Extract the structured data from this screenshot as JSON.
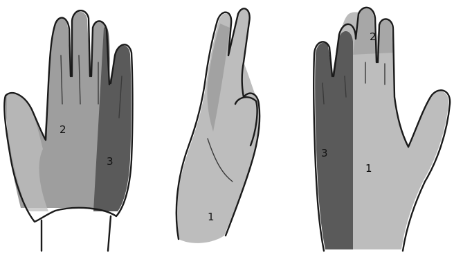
{
  "zones": {
    "z1": {
      "label": "1",
      "color": "#bdbdbd"
    },
    "z2": {
      "label": "2",
      "color": "#9e9e9e"
    },
    "z3": {
      "label": "3",
      "color": "#5a5a5a"
    }
  },
  "background": "#ffffff",
  "figures": [
    {
      "id": "left-hand-palm",
      "labels": [
        "2",
        "3"
      ]
    },
    {
      "id": "middle-hand-side",
      "labels": [
        "1"
      ]
    },
    {
      "id": "right-hand-back",
      "labels": [
        "2",
        "3",
        "1"
      ]
    }
  ]
}
